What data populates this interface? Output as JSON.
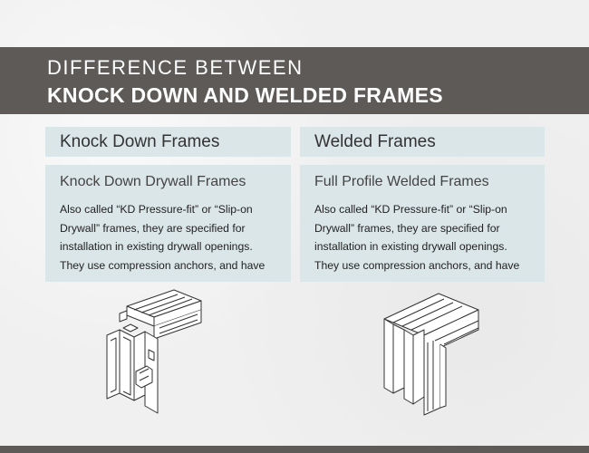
{
  "header": {
    "line1": "DIFFERENCE BETWEEN",
    "line2": "KNOCK DOWN AND WELDED FRAMES"
  },
  "columns": [
    {
      "title": "Knock Down Frames",
      "subtitle": "Knock Down Drywall Frames",
      "text": "Also called “KD Pressure-fit” or “Slip-on Drywall” frames, they are specified for installation in existing drywall openings. They use compression anchors, and have"
    },
    {
      "title": "Welded Frames",
      "subtitle": "Full Profile Welded Frames",
      "text": "Also called “KD Pressure-fit” or “Slip-on Drywall” frames, they are specified for installation in existing drywall openings. They use compression anchors, and have"
    }
  ],
  "colors": {
    "header_band": "#5d5a58",
    "box_background": "#dbe6e9",
    "page_background": "#f0f0f0"
  },
  "icons": [
    "knock-down-frame-illustration",
    "welded-frame-illustration"
  ]
}
